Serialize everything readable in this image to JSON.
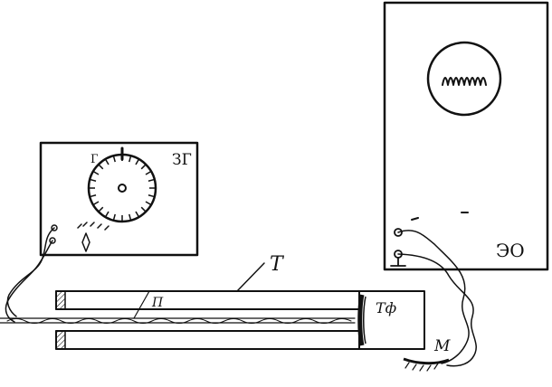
{
  "labels": {
    "generator": "ЗГ",
    "generator_knob": "Г",
    "oscilloscope": "ЭО",
    "tube": "Т",
    "piston": "П",
    "phone": "Тф",
    "microphone": "М"
  },
  "colors": {
    "ink": "#111111",
    "paper": "#ffffff"
  }
}
